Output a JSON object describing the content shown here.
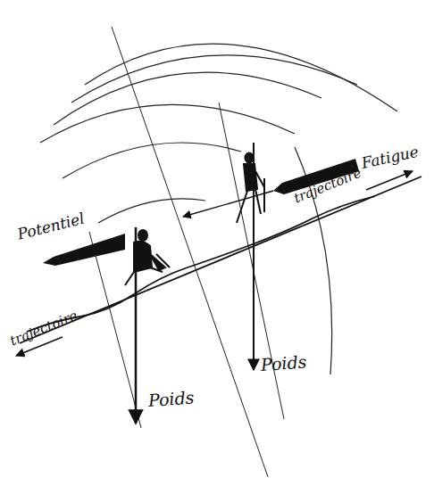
{
  "diagram": {
    "labels": [
      "Fatigue",
      "Potentiel",
      "trajectoire",
      "trajectoire",
      "Poids",
      "Poids"
    ]
  }
}
